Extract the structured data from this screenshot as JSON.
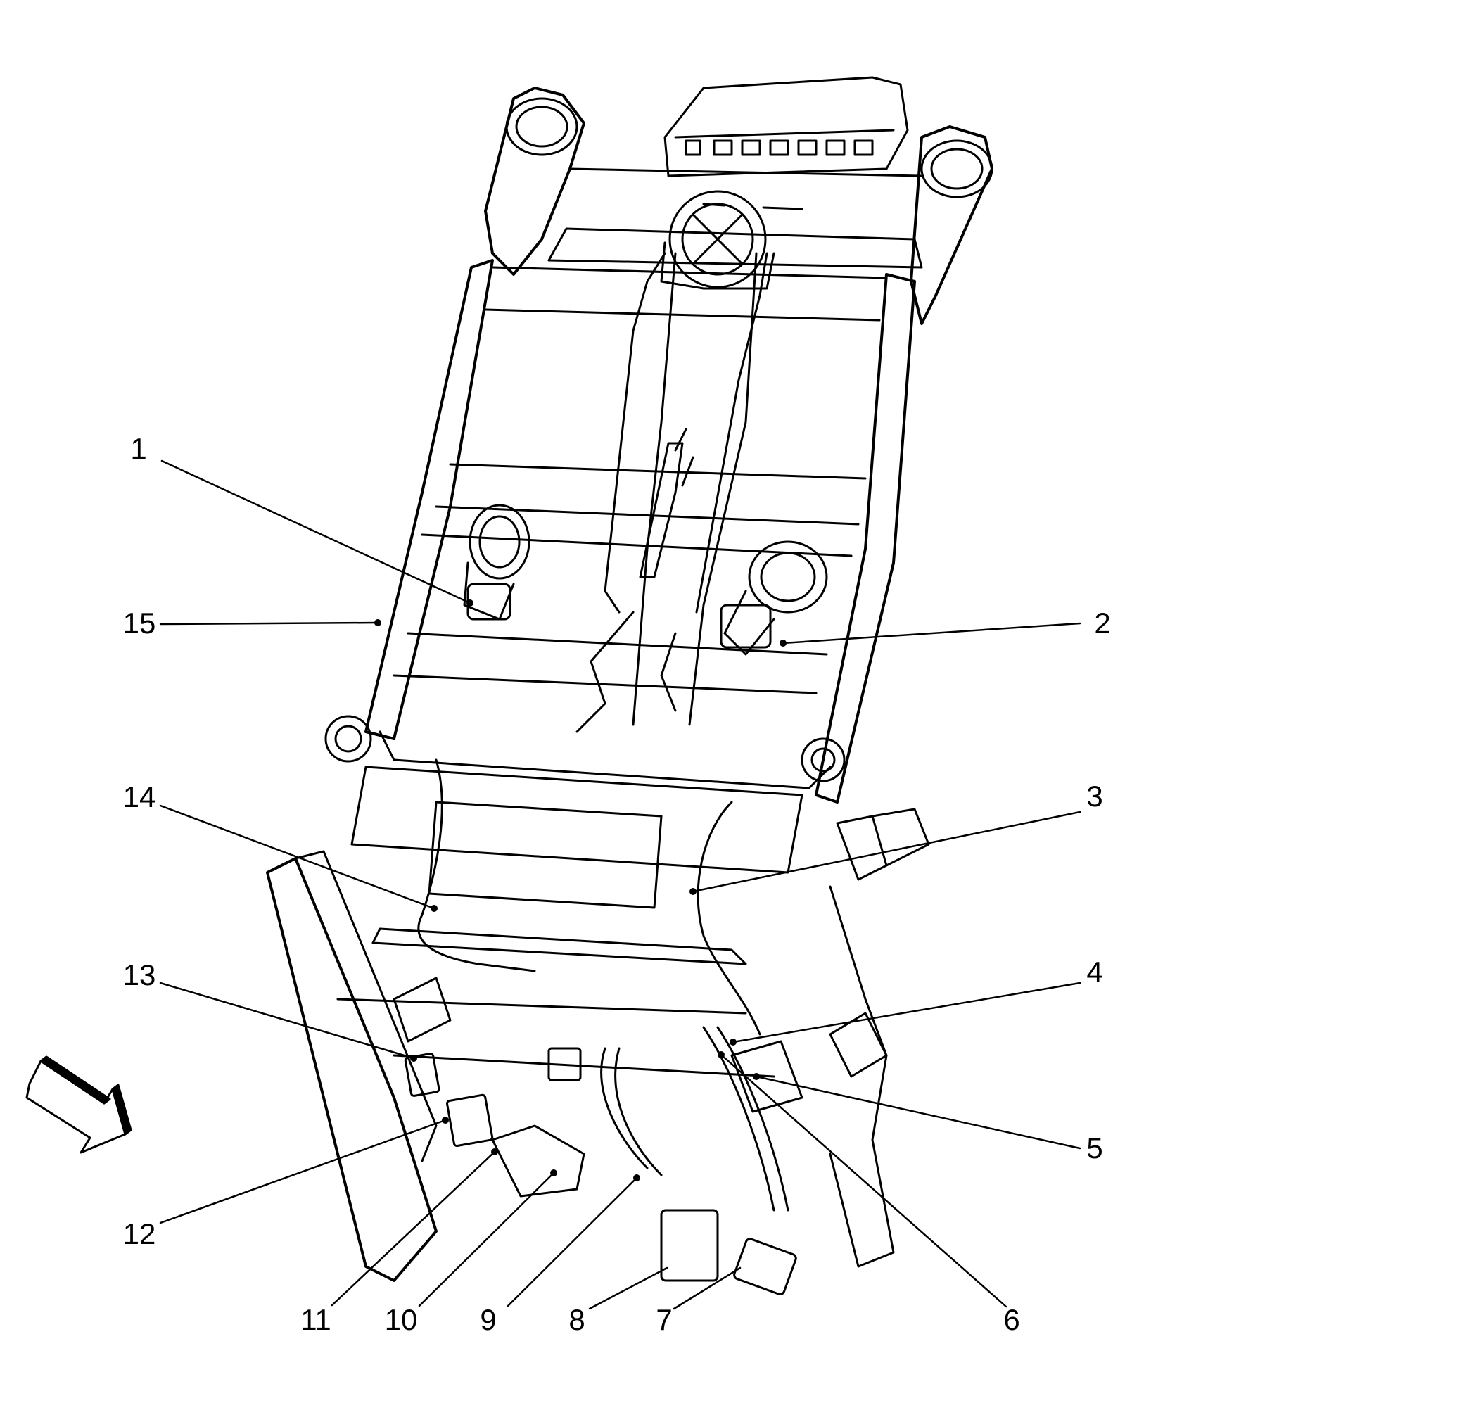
{
  "diagram": {
    "line_color": "#000000",
    "background_color": "#ffffff",
    "view_arrow_icon": "view-direction-arrow-icon",
    "callouts": [
      {
        "id": "1",
        "label": "1"
      },
      {
        "id": "2",
        "label": "2"
      },
      {
        "id": "3",
        "label": "3"
      },
      {
        "id": "4",
        "label": "4"
      },
      {
        "id": "5",
        "label": "5"
      },
      {
        "id": "6",
        "label": "6"
      },
      {
        "id": "7",
        "label": "7"
      },
      {
        "id": "8",
        "label": "8"
      },
      {
        "id": "9",
        "label": "9"
      },
      {
        "id": "10",
        "label": "10"
      },
      {
        "id": "11",
        "label": "11"
      },
      {
        "id": "12",
        "label": "12"
      },
      {
        "id": "13",
        "label": "13"
      },
      {
        "id": "14",
        "label": "14"
      },
      {
        "id": "15",
        "label": "15"
      }
    ]
  }
}
